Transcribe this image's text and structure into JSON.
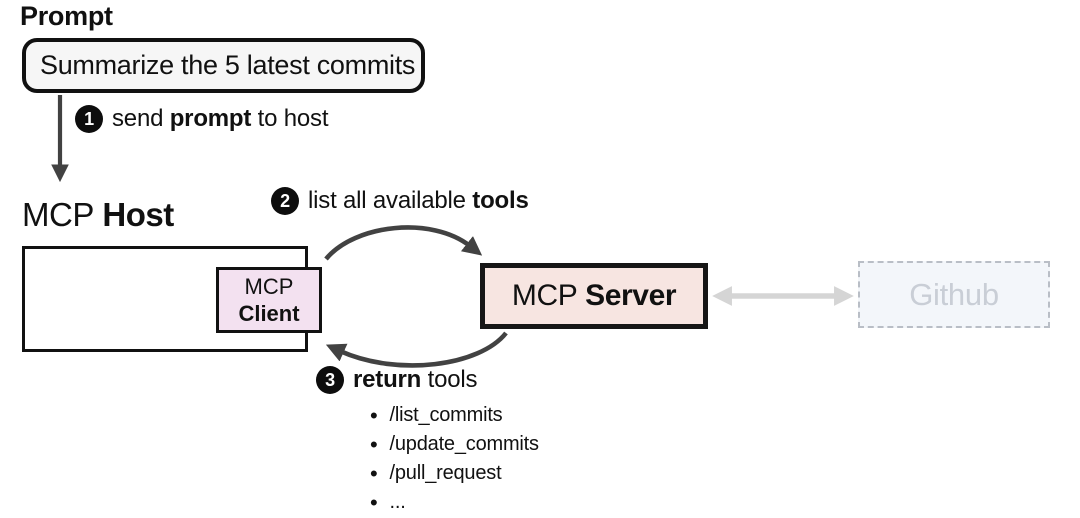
{
  "prompt": {
    "heading": "Prompt",
    "box_text": "Summarize the 5 latest commits"
  },
  "steps": [
    {
      "number": "1",
      "text_prefix": "send ",
      "bold": "prompt",
      "text_suffix": " to host"
    },
    {
      "number": "2",
      "text_prefix": "list all available ",
      "bold": "tools",
      "text_suffix": ""
    },
    {
      "number": "3",
      "text_prefix": "",
      "bold": "return",
      "text_suffix": " tools"
    }
  ],
  "host": {
    "label_regular": "MCP",
    "label_bold": "Host"
  },
  "client": {
    "line1": "MCP",
    "line2": "Client"
  },
  "server": {
    "label_regular": "MCP",
    "label_bold": "Server"
  },
  "github": {
    "label": "Github"
  },
  "tools": {
    "bullet": "•",
    "items": [
      "/list_commits",
      "/update_commits",
      "/pull_request",
      "..."
    ]
  },
  "colors": {
    "prompt_box_bg": "#f6f6f6",
    "client_box_bg": "#f3e1f0",
    "server_box_bg": "#f7e5e1",
    "github_box_bg": "#f3f6fa",
    "github_text": "#c9ced6",
    "arrow_dark": "#424242",
    "arrow_gray": "#d5d5d5",
    "badge_bg": "#0d0d0d"
  }
}
